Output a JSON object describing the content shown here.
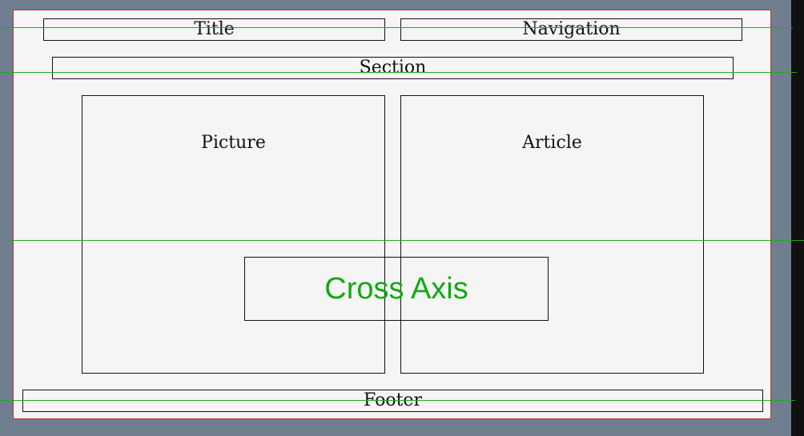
{
  "labels": {
    "title": "Title",
    "navigation": "Navigation",
    "section": "Section",
    "picture": "Picture",
    "article": "Article",
    "cross_axis": "Cross Axis",
    "footer": "Footer"
  },
  "colors": {
    "background": "#6f7f90",
    "frame_fill": "#f5f5f5",
    "frame_border": "#b03a3a",
    "box_border": "#111111",
    "guide_line": "#22aa22",
    "accent_text": "#11aa11"
  }
}
